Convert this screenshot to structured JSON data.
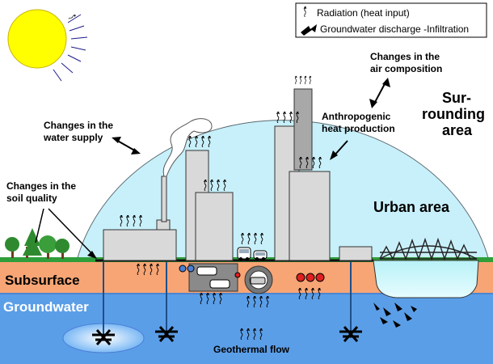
{
  "legend": {
    "radiation": "Radiation (heat input)",
    "groundwater": "Groundwater discharge  -Infiltration"
  },
  "labels": {
    "air_line1": "Changes in the",
    "air_line2": "air composition",
    "sur_line1": "Sur-",
    "sur_line2": "rounding",
    "sur_line3": "area",
    "anthro_line1": "Anthropogenic",
    "anthro_line2": "heat production",
    "water_line1": "Changes in the",
    "water_line2": "water supply",
    "soil_line1": "Changes in the",
    "soil_line2": "soil quality",
    "urban": "Urban area",
    "subsurface": "Subsurface",
    "groundwater": "Groundwater",
    "geothermal": "Geothermal flow"
  },
  "colors": {
    "sky_dome": "#c8f0fa",
    "soil": "#f7a575",
    "groundwater": "#5b9ee8",
    "grass": "#2f9e3a",
    "building": "#d9d9d9",
    "sun": "#ffff00",
    "river": "#b8f2f7"
  }
}
